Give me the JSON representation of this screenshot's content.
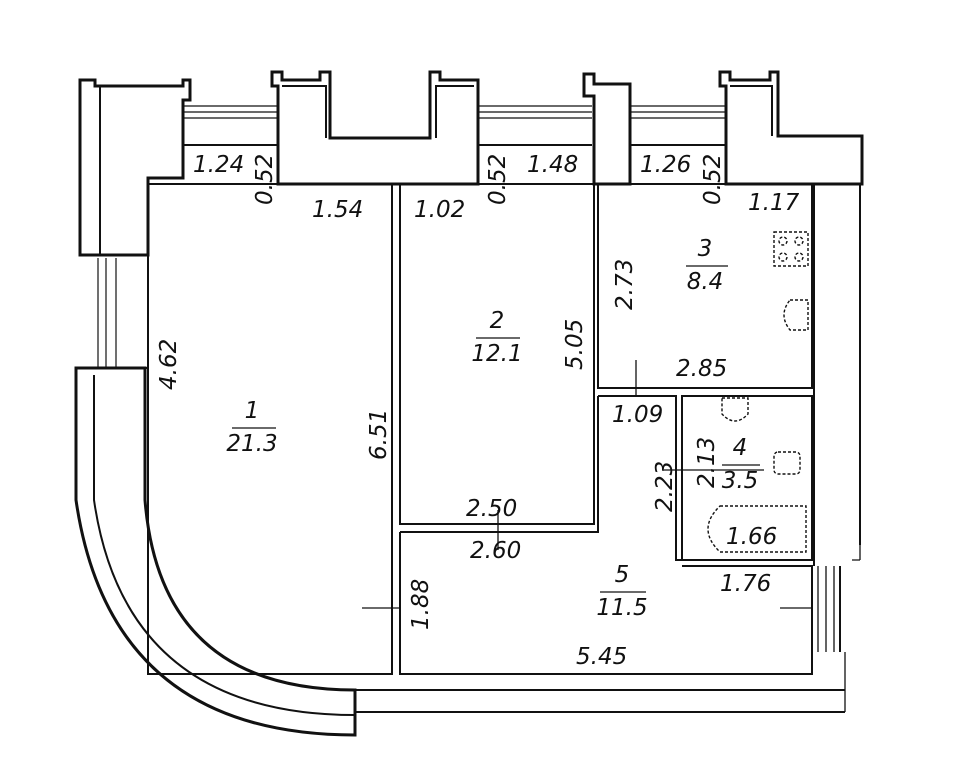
{
  "rooms": [
    {
      "number": "1",
      "area": "21.3"
    },
    {
      "number": "2",
      "area": "12.1"
    },
    {
      "number": "3",
      "area": "8.4"
    },
    {
      "number": "4",
      "area": "3.5"
    },
    {
      "number": "5",
      "area": "11.5"
    }
  ],
  "dimensions": {
    "d_1_24": "1.24",
    "d_0_52_a": "0.52",
    "d_1_54": "1.54",
    "d_1_02": "1.02",
    "d_0_52_b": "0.52",
    "d_1_48": "1.48",
    "d_1_26": "1.26",
    "d_0_52_c": "0.52",
    "d_1_17": "1.17",
    "d_4_62": "4.62",
    "d_6_51": "6.51",
    "d_5_05": "5.05",
    "d_2_73": "2.73",
    "d_2_85": "2.85",
    "d_1_09": "1.09",
    "d_2_23": "2.23",
    "d_2_13": "2.13",
    "d_1_66": "1.66",
    "d_1_76": "1.76",
    "d_2_50": "2.50",
    "d_2_60": "2.60",
    "d_1_88": "1.88",
    "d_5_45": "5.45"
  }
}
